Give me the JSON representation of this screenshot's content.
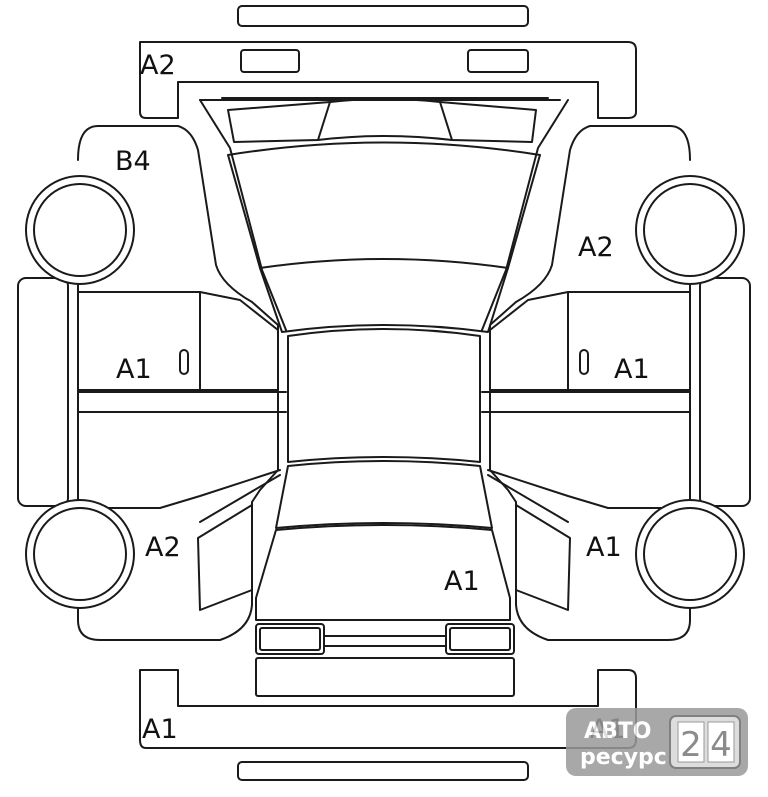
{
  "diagram": {
    "marks": {
      "front_bumper": "A2",
      "left_front_fender": "B4",
      "right_front_fender": "A2",
      "left_front_door": "A1",
      "right_front_door": "A1",
      "left_rear_quarter": "A2",
      "right_rear_quarter": "A1",
      "trunk_lid": "A1",
      "rear_bumper_left": "A1",
      "rear_bumper_right": "A1"
    }
  },
  "watermark": {
    "line1": "АВТО",
    "line2": "ресурс",
    "digit1": "2",
    "digit2": "4"
  }
}
